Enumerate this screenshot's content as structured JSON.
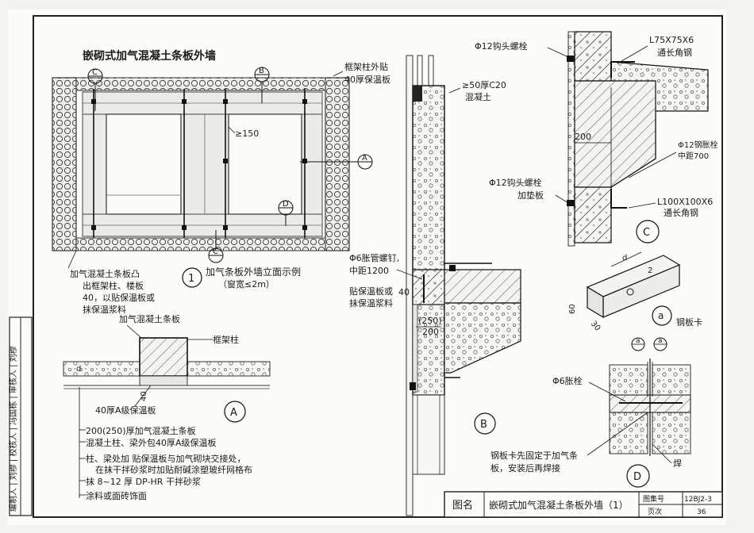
{
  "sheet": {
    "main_title": "嵌砌式加气混凝土条板外墙",
    "title_label": "图名",
    "title_text": "嵌砌式加气混凝土条板外墙（1）",
    "atlas_label": "图集号",
    "atlas_no": "12BJ2-3",
    "page_label": "页次",
    "page_no": "36",
    "sig_block": "编制人 | 刘穆 | 校核人 | 冯国栋 | 审核人 | 刘穆"
  },
  "elevation": {
    "note_col_insulation": [
      "框架柱外贴",
      "40厚保温板"
    ],
    "dim_150": "≥150",
    "view_no": "1",
    "view_title": "加气条板外墙立面示例",
    "view_sub": "（窗宽≤2m）",
    "note_protrude": [
      "加气混凝土条板凸",
      "出框架柱、楼板",
      "40，以贴保温板或",
      "抹保温浆料"
    ],
    "callout_letters": {
      "c": "C",
      "b": "B",
      "a": "A",
      "d": "D"
    }
  },
  "detail_a": {
    "label": "A",
    "note_panel": "加气混凝土条板",
    "note_column": "框架柱",
    "dim_d": "d",
    "dim_40": "40",
    "note_board": "40厚A级保温板",
    "notes": [
      "200(250)厚加气混凝土条板",
      "混凝土柱、梁外包40厚A级保温板",
      "柱、梁处加 贴保温板与加气砌块交接处，",
      "在抹干拌砂浆时加贴耐碱涂塑玻纤网格布",
      "抹 8~12 厚 DP-HR 干拌砂浆",
      "涂料或面砖饰面"
    ]
  },
  "detail_b": {
    "label": "B",
    "note_concrete": [
      "≥50厚C20",
      "混凝土"
    ],
    "note_nail": [
      "Φ6胀管螺钉,",
      "中距1200"
    ],
    "note_board": [
      "贴保温板或",
      "抹保温浆料"
    ],
    "dim_40": "40",
    "dim_250": "(250)",
    "dim_200": "200"
  },
  "detail_c": {
    "label": "C",
    "note_bolt1": "Φ12钩头螺栓",
    "note_angle1": [
      "L75X75X6",
      "通长角钢"
    ],
    "dim_200": "200",
    "note_anchor": [
      "Φ12钢胀栓",
      "中距700"
    ],
    "note_bolt2": [
      "Φ12钩头螺栓",
      "加垫板"
    ],
    "note_angle2": [
      "L100X100X6",
      "通长角钢"
    ]
  },
  "detail_clip": {
    "label": "a",
    "title": "钢板卡",
    "dim_d": "d",
    "dim_2": "2",
    "dim_60": "60",
    "dim_30": "30"
  },
  "detail_d": {
    "label": "D",
    "mark": "a",
    "note_bolt": "Φ6胀栓",
    "note_weld": "焊",
    "note_clip": [
      "钢板卡先固定于加气条",
      "板，安装后再焊接"
    ]
  }
}
